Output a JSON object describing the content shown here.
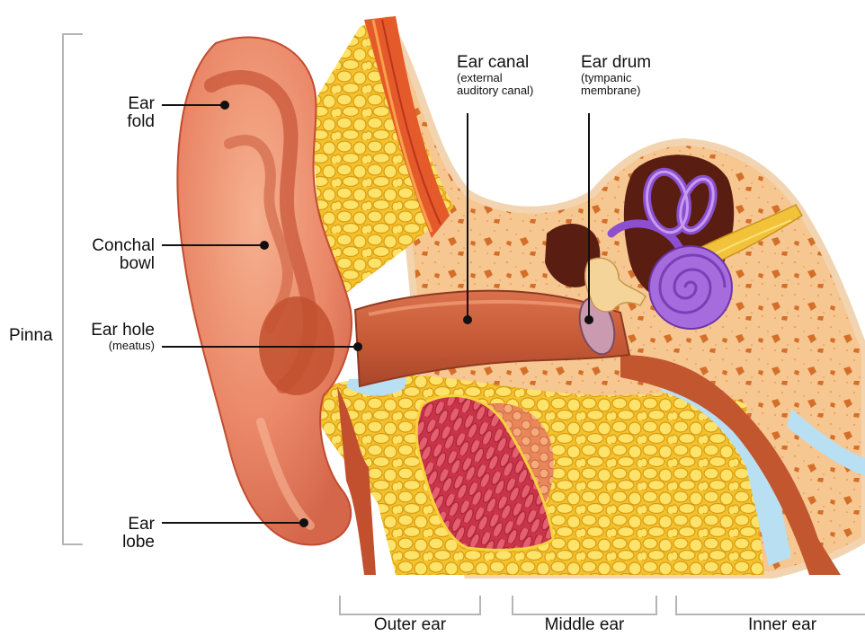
{
  "labels": {
    "ear_fold": [
      "Ear",
      "fold"
    ],
    "conchal_bowl": [
      "Conchal",
      "bowl"
    ],
    "ear_hole": "Ear hole",
    "ear_hole_sub": "(meatus)",
    "ear_lobe": [
      "Ear",
      "lobe"
    ],
    "pinna": "Pinna",
    "ear_canal": "Ear canal",
    "ear_canal_sub": [
      "(external",
      "auditory canal)"
    ],
    "ear_drum": "Ear drum",
    "ear_drum_sub": [
      "(tympanic",
      "membrane)"
    ]
  },
  "sections": {
    "outer": "Outer ear",
    "middle": "Middle ear",
    "inner": "Inner ear"
  },
  "colors": {
    "skin": "#e9836a",
    "skin_dark": "#c9543a",
    "skin_light": "#f4a88c",
    "canal": "#b8502f",
    "fat": "#f7d23e",
    "fat_outline": "#d99a12",
    "bone": "#f7c792",
    "bone_spot": "#d9772f",
    "muscle": "#d6475a",
    "gland": "#f0a070",
    "cochlea": "#a66bdc",
    "cochlea_dark": "#7a3fb8",
    "cavity": "#5a1d12",
    "fluid": "#b9dff2",
    "bracket": "#b5b5b5"
  }
}
